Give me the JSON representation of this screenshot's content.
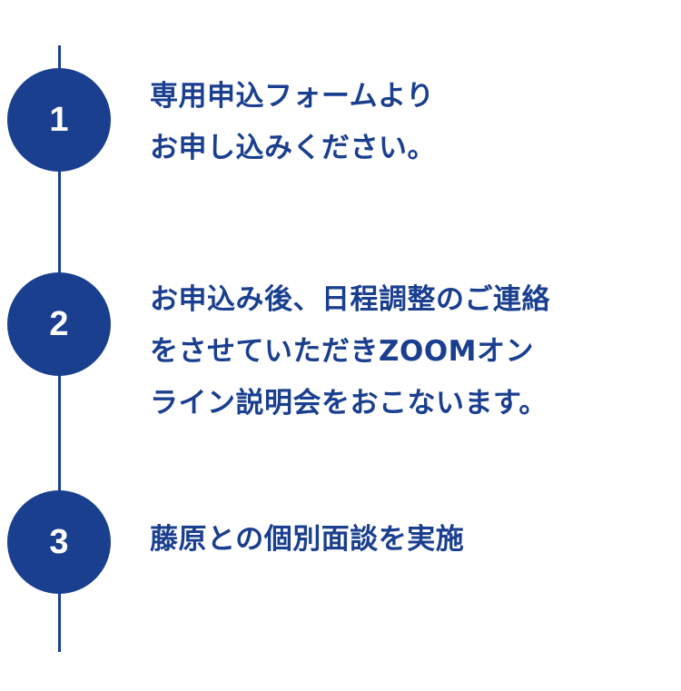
{
  "colors": {
    "accent": "#1a3f8f"
  },
  "steps": [
    {
      "number": "1",
      "lines": [
        "専用申込フォームより",
        "お申し込みください。"
      ]
    },
    {
      "number": "2",
      "lines": [
        "お申込み後、日程調整のご連絡",
        "をさせていただきZOOMオン",
        "ライン説明会をおこないます。"
      ]
    },
    {
      "number": "3",
      "lines": [
        "藤原との個別面談を実施"
      ]
    }
  ]
}
